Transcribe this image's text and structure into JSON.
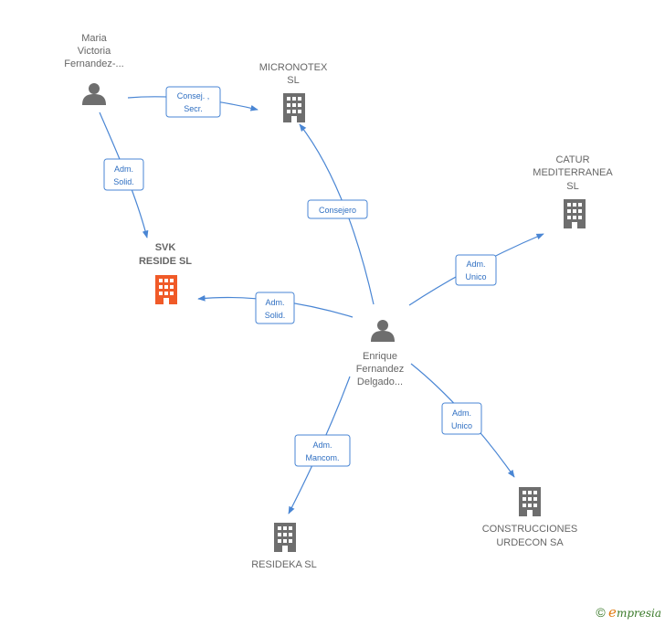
{
  "colors": {
    "edge": "#4a86d4",
    "company_icon": "#6e6e6e",
    "company_icon_highlight": "#f05a28",
    "person_icon": "#6e6e6e",
    "label": "#666666"
  },
  "nodes": {
    "maria": {
      "kind": "person",
      "icon": "person-icon",
      "lines": [
        "Maria",
        "Victoria",
        "Fernandez-..."
      ]
    },
    "enrique": {
      "kind": "person",
      "icon": "person-icon",
      "lines": [
        "Enrique",
        "Fernandez",
        "Delgado..."
      ]
    },
    "micronotex": {
      "kind": "company",
      "icon": "building-icon",
      "lines": [
        "MICRONOTEX",
        "SL"
      ]
    },
    "catur": {
      "kind": "company",
      "icon": "building-icon",
      "lines": [
        "CATUR",
        "MEDITERRANEA",
        "SL"
      ]
    },
    "svk": {
      "kind": "company",
      "icon": "building-icon",
      "highlight": true,
      "lines": [
        "SVK",
        "RESIDE SL"
      ]
    },
    "construcciones": {
      "kind": "company",
      "icon": "building-icon",
      "lines": [
        "CONSTRUCCIONES",
        "URDECON SA"
      ]
    },
    "resideka": {
      "kind": "company",
      "icon": "building-icon",
      "lines": [
        "RESIDEKA SL"
      ]
    }
  },
  "relations": {
    "maria_micronotex": [
      "Consej. ,",
      "Secr."
    ],
    "maria_svk": [
      "Adm.",
      "Solid."
    ],
    "enrique_micronotex": [
      "Consejero"
    ],
    "enrique_svk": [
      "Adm.",
      "Solid."
    ],
    "enrique_catur": [
      "Adm.",
      "Unico"
    ],
    "enrique_construcciones": [
      "Adm.",
      "Unico"
    ],
    "enrique_resideka": [
      "Adm.",
      "Mancom."
    ]
  },
  "footer": {
    "copyright": "©",
    "brand_initial": "e",
    "brand_rest": "mpresia"
  }
}
